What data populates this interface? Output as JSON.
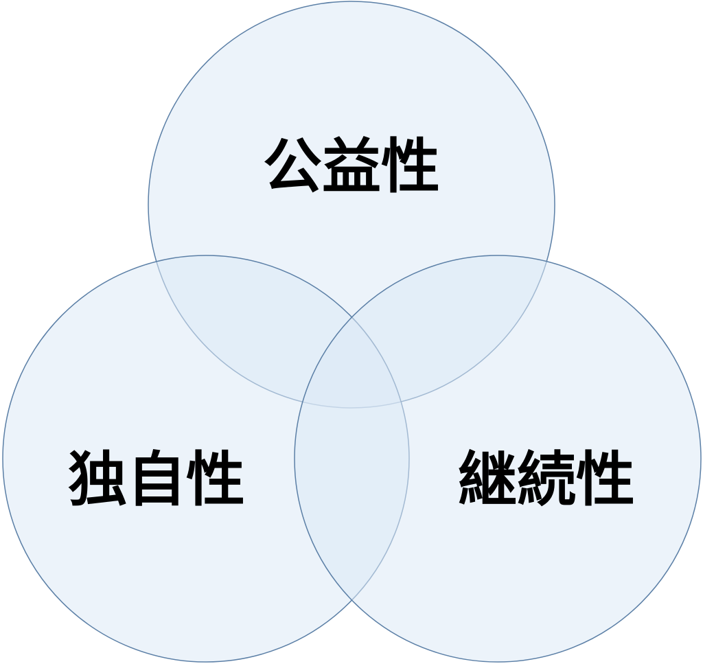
{
  "diagram": {
    "type": "venn",
    "circles": [
      {
        "id": "top",
        "label": "公益性"
      },
      {
        "id": "left",
        "label": "独自性"
      },
      {
        "id": "right",
        "label": "継続性"
      }
    ],
    "colors": {
      "fill": "#dce9f6",
      "stroke": "#5b7fa6",
      "text": "#000000"
    }
  }
}
